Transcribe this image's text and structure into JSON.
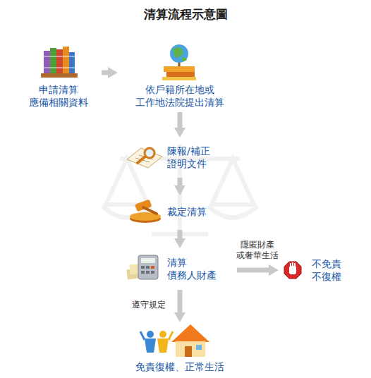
{
  "diagram": {
    "title": "清算流程示意圖",
    "nodes": [
      {
        "text": [
          "申請清算 應備相關資料"
        ]
      },
      {
        "text": [
          "依戶籍所在地或 工作地法院提出清算"
        ]
      },
      {
        "text": [
          "陳報/補正 證明文件"
        ]
      },
      {
        "text": [
          "裁定清算"
        ]
      },
      {
        "text": [
          "清算 債務人財產"
        ]
      },
      {
        "text": [
          "不免責 不復權"
        ]
      },
      {
        "text": [
          "免責復權、正常生活"
        ]
      }
    ],
    "edges": [
      {
        "from": 0,
        "to": 1,
        "arrow": "to"
      },
      {
        "from": 1,
        "to": 2,
        "arrow": "to"
      },
      {
        "from": 2,
        "to": 3,
        "arrow": "to"
      },
      {
        "from": 3,
        "to": 4,
        "arrow": "to"
      },
      {
        "from": 4,
        "to": 5,
        "arrow": "to",
        "label": "隱匿財產 或奢華生活"
      },
      {
        "from": 4,
        "to": 6,
        "arrow": "to",
        "label": "遵守規定"
      }
    ]
  }
}
